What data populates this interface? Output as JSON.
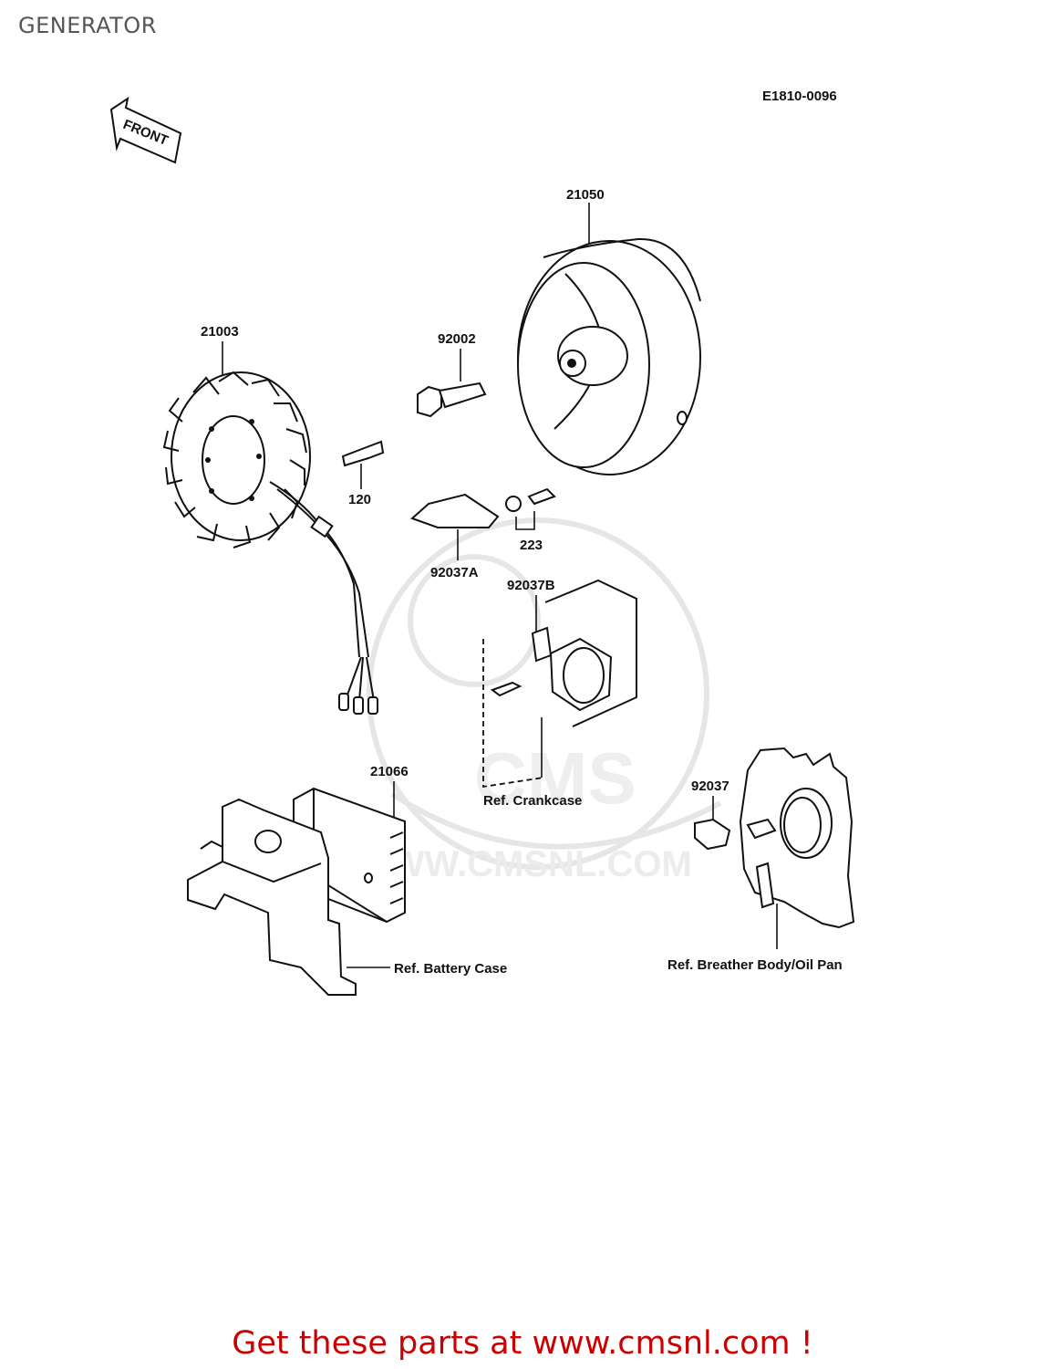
{
  "page": {
    "title": "GENERATOR",
    "diagram_code": "E1810-0096",
    "front_arrow_text": "FRONT",
    "watermark_text": "WWW.CMSNL.COM",
    "watermark_logo_text": "CMS",
    "footer_link": "Get these parts at www.cmsnl.com !",
    "footer_color": "#cc0000"
  },
  "parts": {
    "p21050": "21050",
    "p21003": "21003",
    "p92002": "92002",
    "p120": "120",
    "p223": "223",
    "p92037A": "92037A",
    "p92037B": "92037B",
    "p21066": "21066",
    "p92037": "92037"
  },
  "references": {
    "crankcase": "Ref. Crankcase",
    "battery_case": "Ref. Battery Case",
    "breather": "Ref. Breather Body/Oil Pan"
  }
}
